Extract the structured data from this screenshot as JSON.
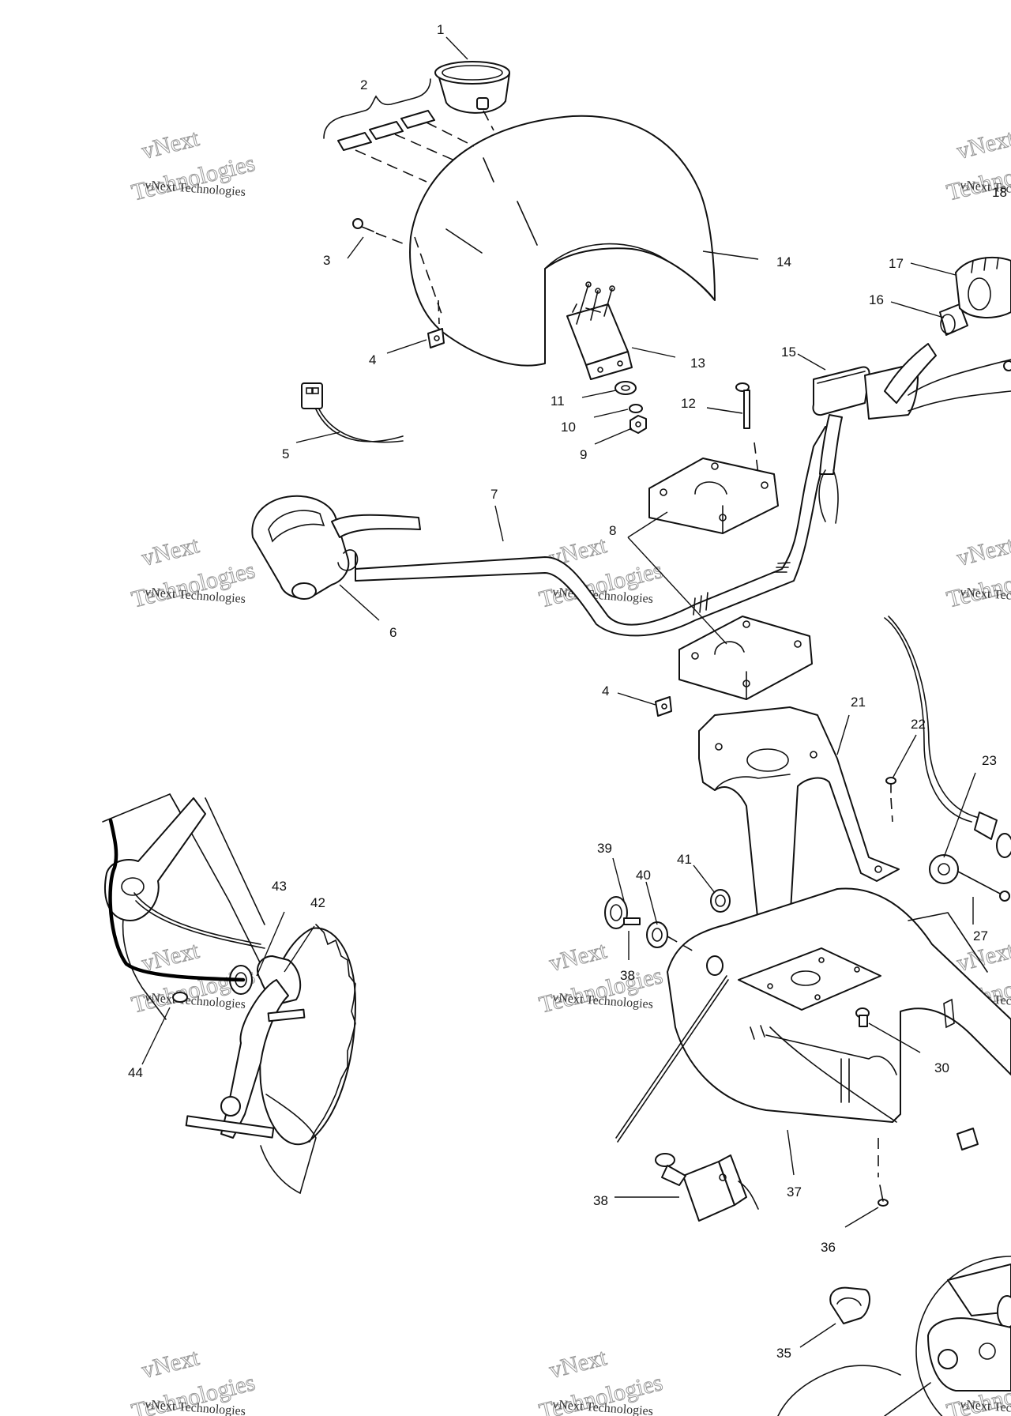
{
  "callouts": [
    "1",
    "2",
    "3",
    "4",
    "5",
    "6",
    "7",
    "8",
    "9",
    "10",
    "11",
    "12",
    "13",
    "14",
    "15",
    "16",
    "17",
    "18",
    "21",
    "22",
    "23",
    "27",
    "30",
    "35",
    "36",
    "37",
    "38",
    "39",
    "40",
    "41",
    "42",
    "43",
    "44"
  ],
  "duplicate_labels": {
    "4b": "4",
    "38b": "38"
  },
  "watermark": {
    "brand": "vNext",
    "line_small": "vNext Technologies",
    "line_large": "Technologies"
  },
  "colors": {
    "ink": "#111111",
    "paper": "#ffffff",
    "watermark": "#9a9a9a"
  }
}
